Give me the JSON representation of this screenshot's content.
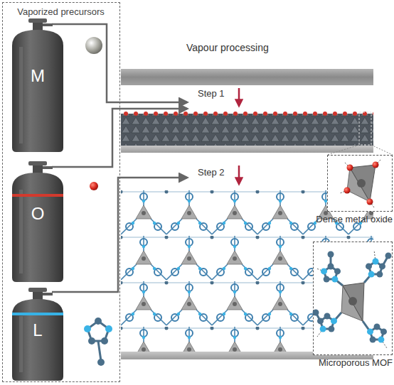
{
  "diagram": {
    "nodes": [
      {
        "text": [
          "Vaporized precursors"
        ]
      },
      {
        "text": [
          "M"
        ],
        "in": 0
      },
      {
        "text": [
          "O"
        ],
        "in": 0
      },
      {
        "text": [
          "L"
        ],
        "in": 0
      },
      {
        "text": [
          "Dense metal oxide"
        ]
      },
      {
        "text": [
          "Microporous MOF"
        ]
      }
    ],
    "labels": [
      "Vapour processing",
      "Step 1",
      "Step 2"
    ]
  }
}
